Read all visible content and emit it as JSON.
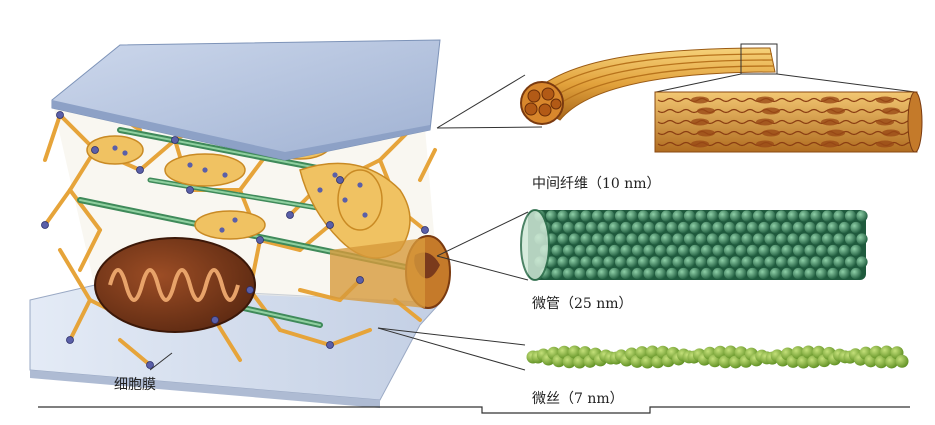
{
  "labels": {
    "intermediate_filament": "中间纤维（10 nm）",
    "microtubule": "微管（25 nm）",
    "microfilament": "微丝（7 nm）",
    "cell_membrane": "细胞膜"
  },
  "colors": {
    "membrane": "#b8c7e0",
    "membrane_edge": "#7d93b8",
    "filament": "#e9a93a",
    "filament_dark": "#b97418",
    "microtubule": "#2f7a55",
    "microtubule_light": "#6fbf8f",
    "microfilament": "#7fb33a",
    "mitochondrion": "#7a3a1c",
    "vesicle": "#f0c66a",
    "node": "#5a5fa8"
  }
}
